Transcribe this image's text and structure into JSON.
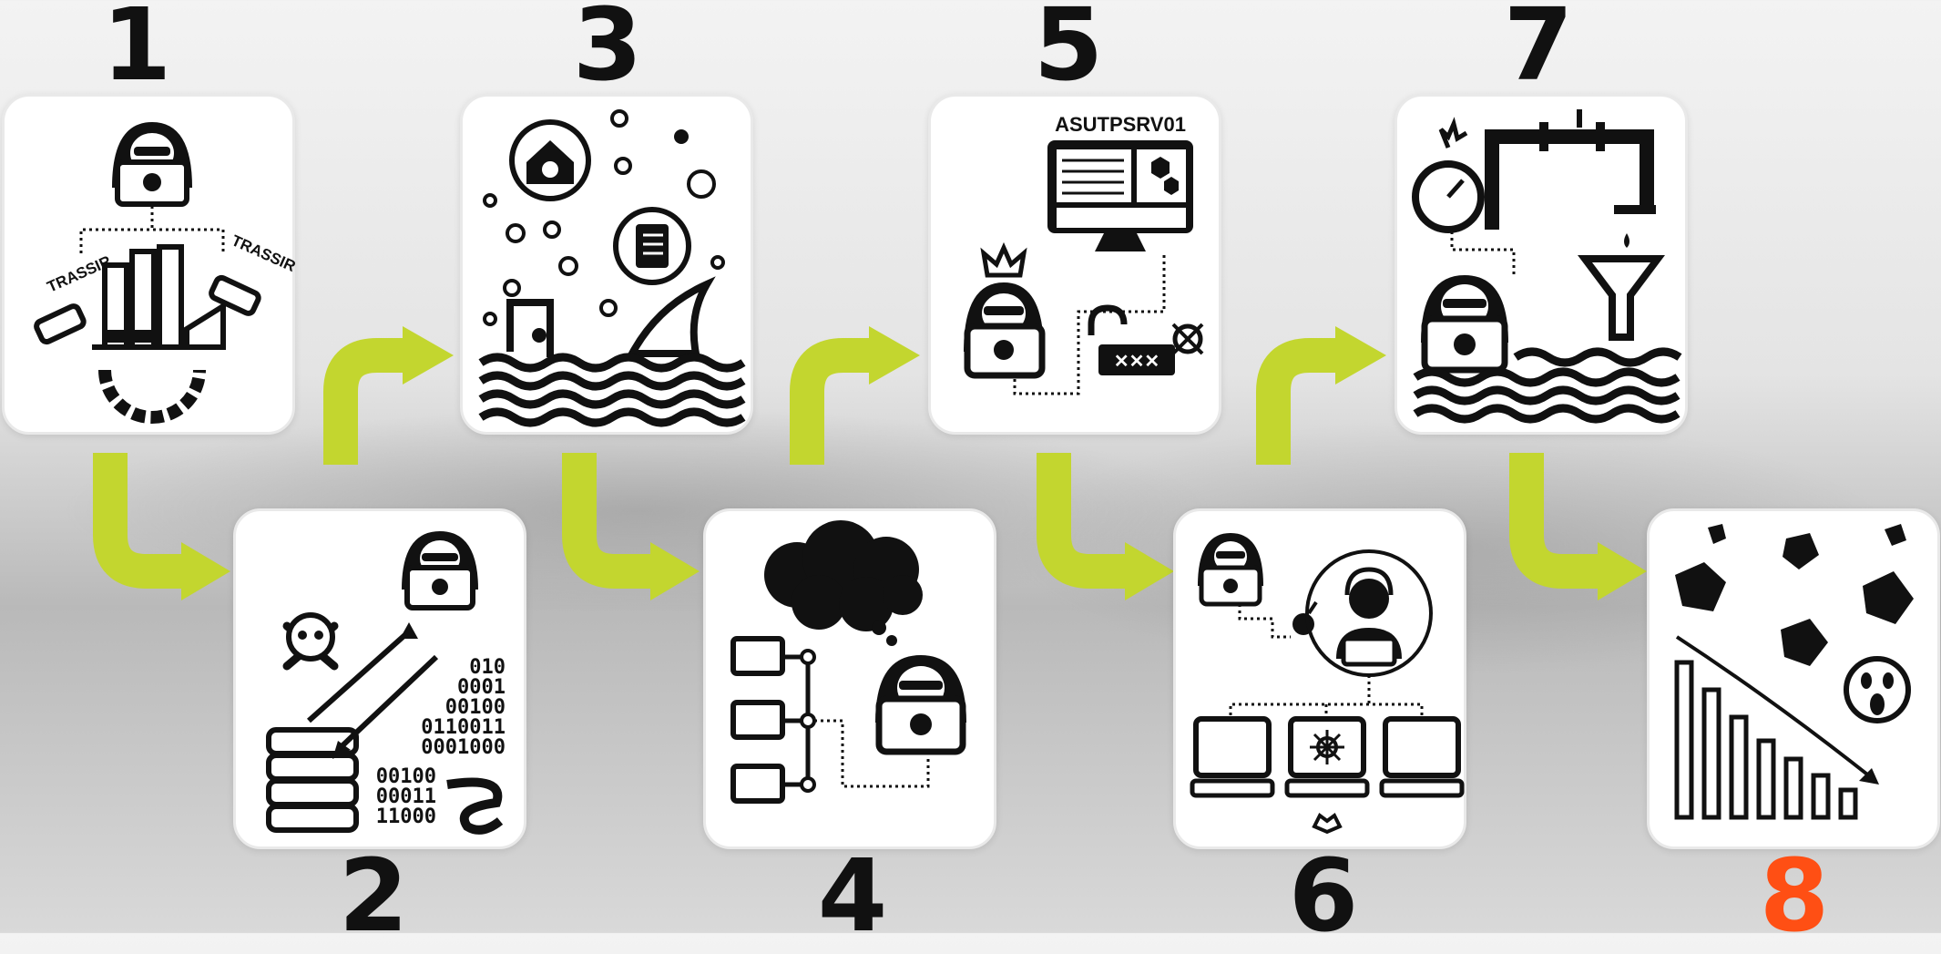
{
  "steps": [
    {
      "number": "1",
      "labels": [
        "TRASSIR",
        "TRASSIR"
      ]
    },
    {
      "number": "2",
      "binary_lines": [
        "010",
        "0001",
        "00100",
        "0110011",
        "0001000",
        "00100",
        "00011",
        "11000"
      ]
    },
    {
      "number": "3"
    },
    {
      "number": "4"
    },
    {
      "number": "5",
      "host_label": "ASUTPSRV01"
    },
    {
      "number": "6"
    },
    {
      "number": "7"
    },
    {
      "number": "8"
    }
  ],
  "colors": {
    "arrow": "#c3d62f",
    "final_number": "#ff4f14",
    "text": "#111111"
  }
}
